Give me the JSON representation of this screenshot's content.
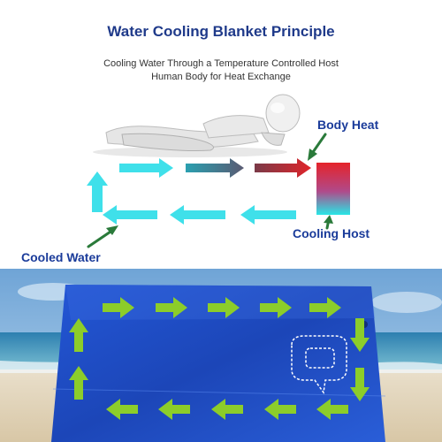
{
  "title": "Water Cooling Blanket Principle",
  "subtitle_line1": "Cooling Water Through a Temperature Controlled Host",
  "subtitle_line2": "Human Body for Heat Exchange",
  "labels": {
    "body_heat": "Body Heat",
    "cooling_host": "Cooling Host",
    "cooled_water": "Cooled Water"
  },
  "colors": {
    "title": "#1f3a8a",
    "label": "#1a3b9a",
    "cool_arrow": "#3fe0ea",
    "hot_arrow": "#c4242a",
    "mid_arrow": "#3c6e80",
    "pointer_arrow": "#2a7a3a",
    "blanket": "#1f4fc9",
    "blanket_arrow": "#8ccd2a",
    "sea": "#4a8fc2",
    "sand": "#e4d8c0"
  },
  "icons": {
    "figure": "reclining-person",
    "host": "cooling-host-unit",
    "blanket": "cooling-blanket",
    "pocket": "host-pocket-icon"
  }
}
